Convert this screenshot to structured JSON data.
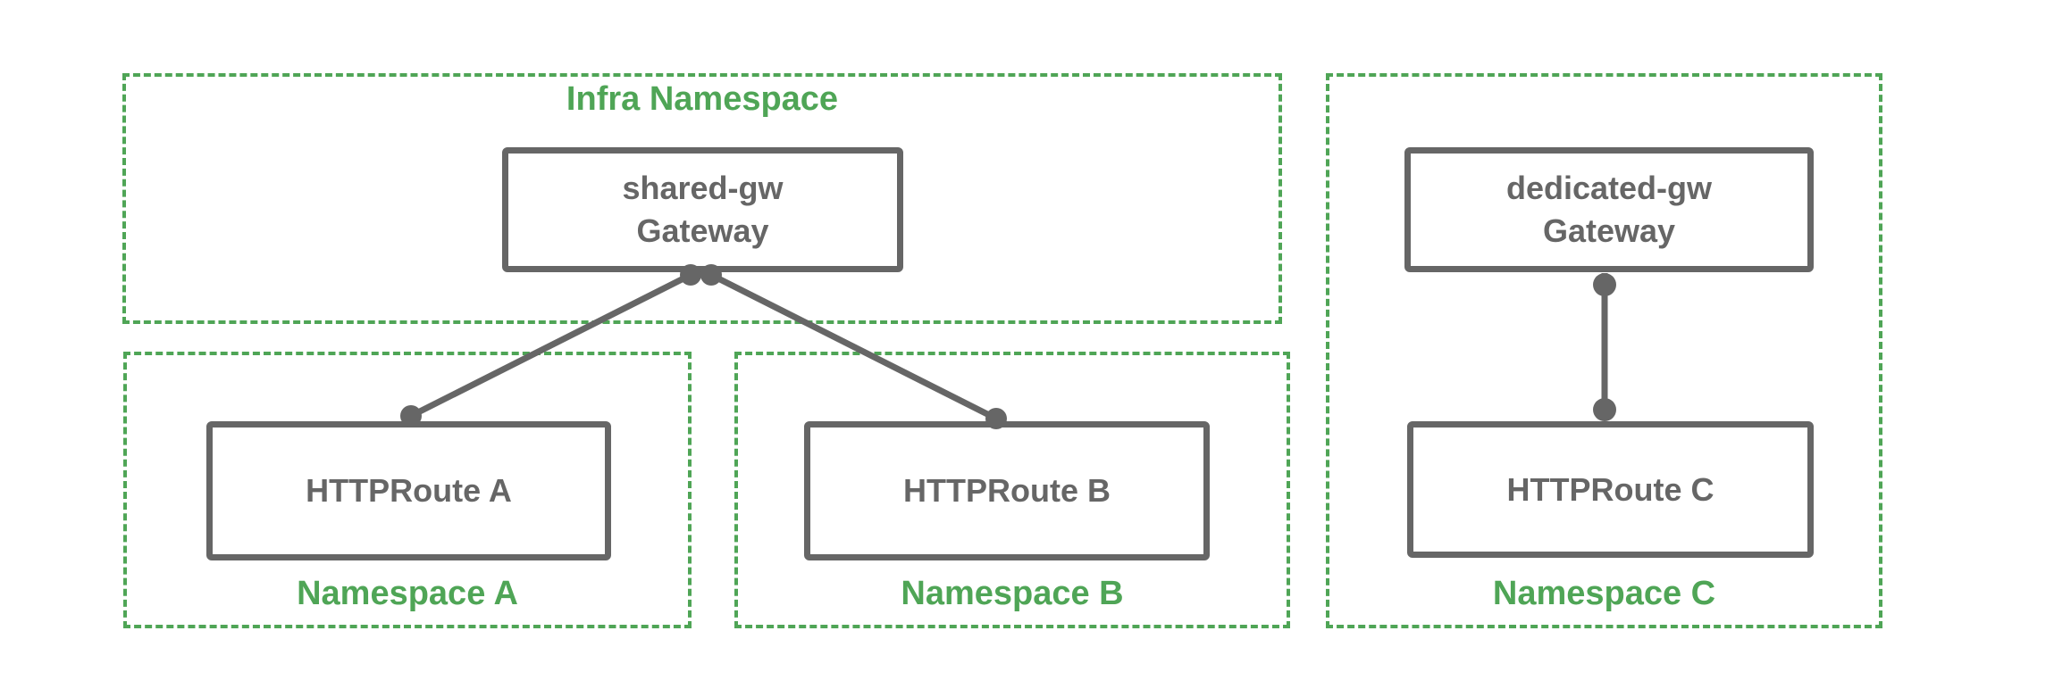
{
  "diagram": {
    "title_hint": "Gateway and HTTPRoute namespaces diagram",
    "colors": {
      "namespace_green": "#4FA556",
      "node_gray": "#666666",
      "background": "#ffffff"
    },
    "namespaces": {
      "infra": {
        "label": "Infra Namespace"
      },
      "a": {
        "label": "Namespace A"
      },
      "b": {
        "label": "Namespace B"
      },
      "c": {
        "label": "Namespace C"
      }
    },
    "nodes": {
      "shared_gw": {
        "name": "shared-gw",
        "kind": "Gateway"
      },
      "dedicated_gw": {
        "name": "dedicated-gw",
        "kind": "Gateway"
      },
      "route_a": {
        "label": "HTTPRoute A"
      },
      "route_b": {
        "label": "HTTPRoute B"
      },
      "route_c": {
        "label": "HTTPRoute C"
      }
    },
    "edges": [
      {
        "from": "shared-gw Gateway",
        "to": "HTTPRoute A"
      },
      {
        "from": "shared-gw Gateway",
        "to": "HTTPRoute B"
      },
      {
        "from": "dedicated-gw Gateway",
        "to": "HTTPRoute C"
      }
    ]
  }
}
